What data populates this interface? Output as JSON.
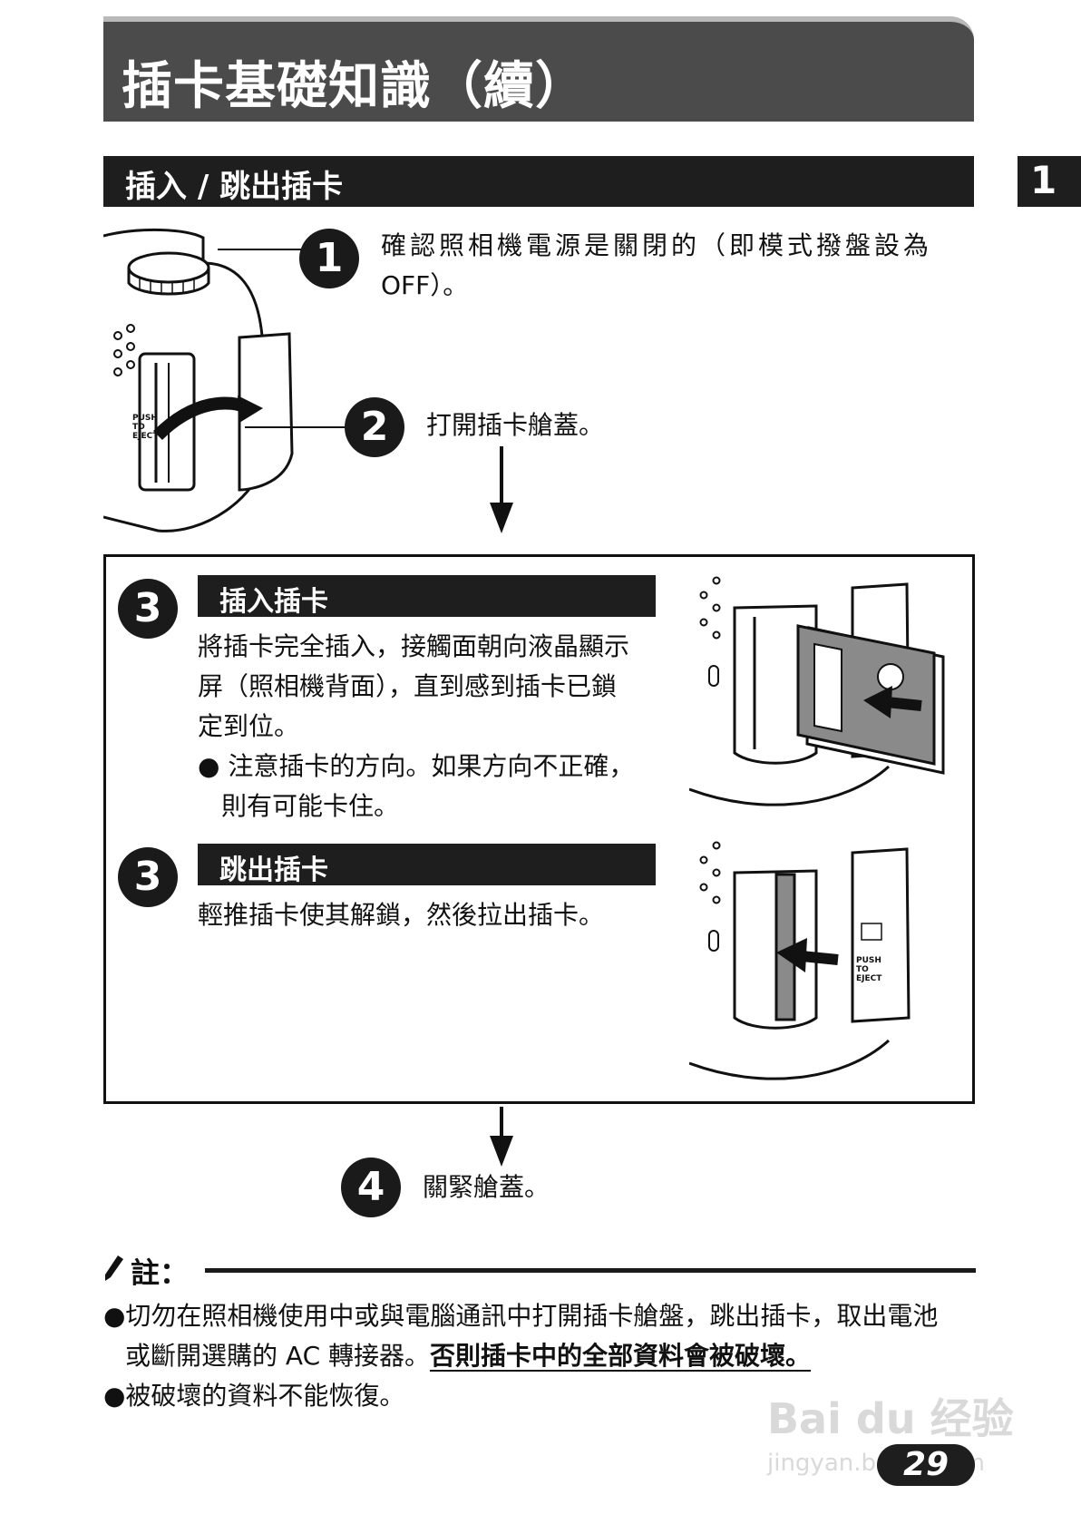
{
  "header": {
    "title": "插卡基礎知識（續）"
  },
  "section": {
    "title": "插入 / 跳出插卡"
  },
  "chapter_tab": "1",
  "steps": {
    "s1": {
      "num": "1",
      "text_l1": "確認照相機電源是關閉的（即模式撥盤設為",
      "text_l2": "OFF）。"
    },
    "s2": {
      "num": "2",
      "text": "打開插卡艙蓋。"
    },
    "s3a": {
      "num": "3",
      "title": "插入插卡",
      "l1": "將插卡完全插入，接觸面朝向液晶顯示",
      "l2": "屏（照相機背面），直到感到插卡已鎖",
      "l3": "定到位。",
      "b1": "● 注意插卡的方向。如果方向不正確，",
      "b2": "則有可能卡住。"
    },
    "s3b": {
      "num": "3",
      "title": "跳出插卡",
      "text": "輕推插卡使其解鎖，然後拉出插卡。"
    },
    "s4": {
      "num": "4",
      "text": "關緊艙蓋。"
    }
  },
  "illustration": {
    "eject_label_l1": "PUSH",
    "eject_label_l2": "TO",
    "eject_label_l3": "EJECT"
  },
  "note": {
    "label": "註：",
    "b1_l1": "●切勿在照相機使用中或與電腦通訊中打開插卡艙盤，跳出插卡，取出電池",
    "b1_l2_plain": "或斷開選購的 AC 轉接器。",
    "b1_l2_emph": "否則插卡中的全部資料會被破壞。",
    "b2": "●被破壞的資料不能恢復。"
  },
  "page_number": "29",
  "watermark": {
    "brand": "Bai du 经验",
    "url": "jingyan.baidu.com"
  }
}
